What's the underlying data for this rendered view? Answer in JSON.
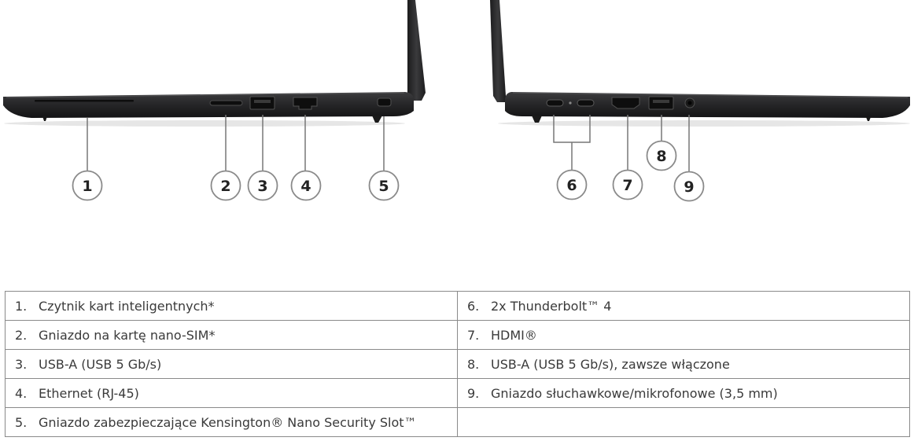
{
  "callouts": [
    "1",
    "2",
    "3",
    "4",
    "5",
    "6",
    "7",
    "8",
    "9"
  ],
  "ports": [
    {
      "num": "1.",
      "label": "Czytnik kart inteligentnych*"
    },
    {
      "num": "2.",
      "label": "Gniazdo na kartę nano-SIM*"
    },
    {
      "num": "3.",
      "label": "USB-A (USB 5 Gb/s)"
    },
    {
      "num": "4.",
      "label": "Ethernet (RJ-45)"
    },
    {
      "num": "5.",
      "label": "Gniazdo zabezpieczające Kensington® Nano Security Slot™"
    },
    {
      "num": "6.",
      "label": "2x Thunderbolt™ 4"
    },
    {
      "num": "7.",
      "label": "HDMI®"
    },
    {
      "num": "8.",
      "label": "USB-A (USB 5 Gb/s), zawsze włączone"
    },
    {
      "num": "9.",
      "label": "Gniazdo słuchawkowe/mikrofonowe (3,5 mm)"
    }
  ],
  "colors": {
    "laptop_body": "#2a2a2c",
    "laptop_edge": "#4a4a4c",
    "port_fill": "#111111",
    "leader_line": "#777777",
    "callout_ring": "#8a8a8a",
    "table_border": "#8a8a8a",
    "text": "#3a3a3a"
  }
}
